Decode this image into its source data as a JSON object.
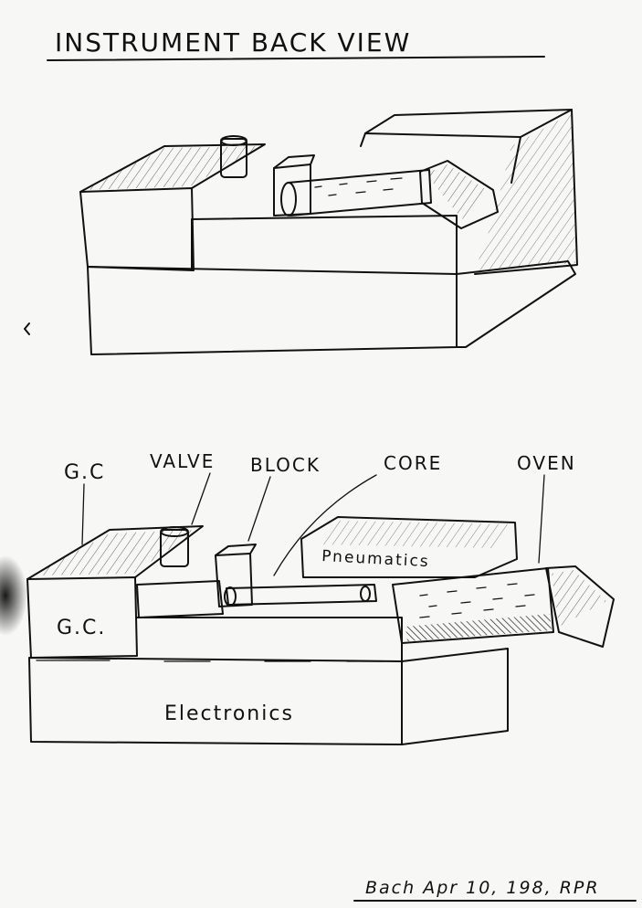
{
  "title": "INSTRUMENT BACK VIEW",
  "labels": {
    "gc": "G.C",
    "valve": "VALVE",
    "block": "BLOCK",
    "core": "CORE",
    "oven": "OVEN",
    "gc_box": "G.C.",
    "pneumatics": "Pneumatics",
    "electronics": "Electronics"
  },
  "signature": "Bach Apr 10, 198, RPR"
}
